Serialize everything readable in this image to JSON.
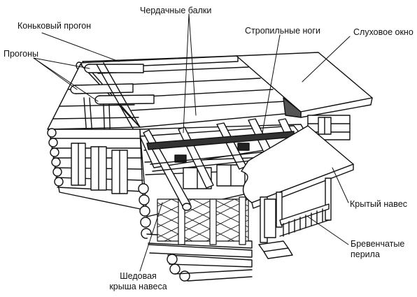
{
  "labels": {
    "ridge_purlin": "Коньковый прогон",
    "purlins": "Прогоны",
    "attic_beams": "Чердачные балки",
    "rafter_legs": "Стропильные ноги",
    "dormer": "Слуховое окно",
    "covered_porch": "Крытый навес",
    "log_railing_1": "Бревенчатые",
    "log_railing_2": "перила",
    "shed_roof_1": "Шедовая",
    "shed_roof_2": "крыша навеса"
  },
  "colors": {
    "stroke": "#111111",
    "background": "#ffffff"
  }
}
